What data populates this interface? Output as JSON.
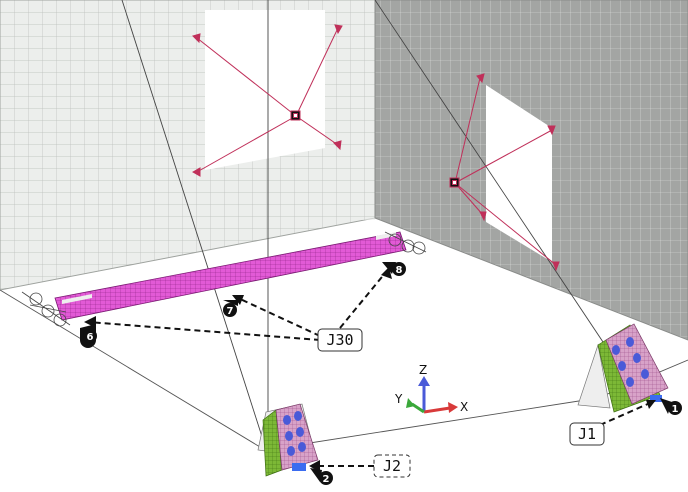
{
  "callouts": {
    "j30": "J30",
    "j1": "J1",
    "j2": "J2"
  },
  "markers": {
    "m1": "1",
    "m2": "2",
    "m6": "6",
    "m7": "7",
    "m8": "8"
  },
  "triad": {
    "x": "X",
    "y": "Y",
    "z": "Z"
  },
  "colors": {
    "left_wall": "#e9ebe9",
    "right_wall": "#9a9c9a",
    "mesh_line": "#b8bcb8",
    "beam": "#e055d8",
    "support_green": "#6fae2e",
    "support_pink": "#d9a0c8",
    "bolt_blue": "#4a5ad8",
    "cable": "#c0305a",
    "marker": "#111111"
  }
}
